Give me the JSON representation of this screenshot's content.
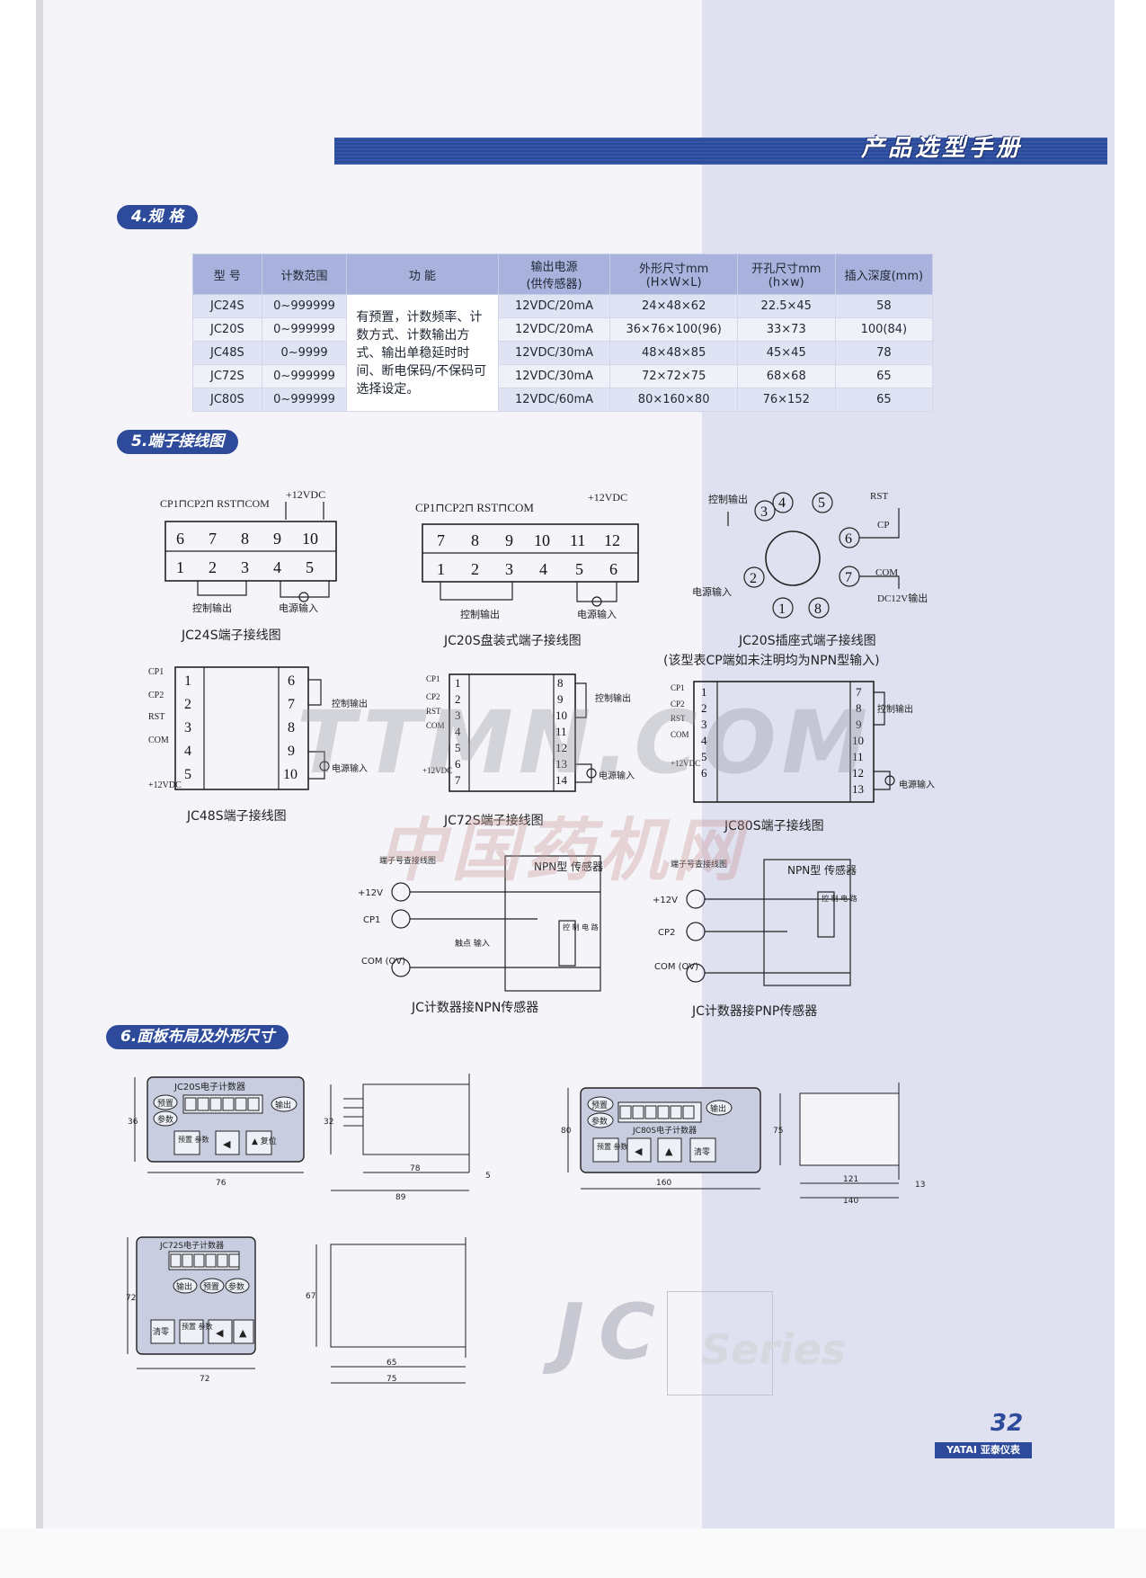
{
  "header": {
    "title": "产品选型手册"
  },
  "sections": {
    "spec": "4.规  格",
    "wiring": "5.端子接线图",
    "panel": "6.面板布局及外形尺寸"
  },
  "spec_table": {
    "headers": [
      "型 号",
      "计数范围",
      "功  能",
      "输出电源\n(供传感器)",
      "外形尺寸mm\n(H×W×L)",
      "开孔尺寸mm\n(h×w)",
      "插入深度(mm)"
    ],
    "function_text": "有预置，计数频率、计数方式、计数输出方式、输出单稳延时时间、断电保码/不保码可选择设定。",
    "rows": [
      {
        "model": "JC24S",
        "range": "0~999999",
        "power": "12VDC/20mA",
        "size": "24×48×62",
        "cutout": "22.5×45",
        "depth": "58"
      },
      {
        "model": "JC20S",
        "range": "0~999999",
        "power": "12VDC/20mA",
        "size": "36×76×100(96)",
        "cutout": "33×73",
        "depth": "100(84)"
      },
      {
        "model": "JC48S",
        "range": "0~9999",
        "power": "12VDC/30mA",
        "size": "48×48×85",
        "cutout": "45×45",
        "depth": "78"
      },
      {
        "model": "JC72S",
        "range": "0~999999",
        "power": "12VDC/30mA",
        "size": "72×72×75",
        "cutout": "68×68",
        "depth": "65"
      },
      {
        "model": "JC80S",
        "range": "0~999999",
        "power": "12VDC/60mA",
        "size": "80×160×80",
        "cutout": "76×152",
        "depth": "65"
      }
    ]
  },
  "wiring": {
    "jc24s": {
      "caption": "JC24S端子接线图",
      "top": [
        "6",
        "7",
        "8",
        "9",
        "10"
      ],
      "bottom": [
        "1",
        "2",
        "3",
        "4",
        "5"
      ],
      "top_labels": "CP1⊓CP2⊓ RST⊓COM",
      "supply": "+12VDC",
      "out": "控制输出",
      "pwr": "电源输入"
    },
    "jc20s_panel": {
      "caption": "JC20S盘装式端子接线图",
      "top": [
        "7",
        "8",
        "9",
        "10",
        "11",
        "12"
      ],
      "bottom": [
        "1",
        "2",
        "3",
        "4",
        "5",
        "6"
      ],
      "top_labels": "CP1⊓CP2⊓ RST⊓COM",
      "supply": "+12VDC",
      "out": "控制输出",
      "pwr": "电源输入"
    },
    "jc20s_socket": {
      "caption": "JC20S插座式端子接线图",
      "note": "(该型表CP端如未注明均为NPN型输入)",
      "pins": [
        "1",
        "2",
        "3",
        "4",
        "5",
        "6",
        "7",
        "8"
      ],
      "out": "控制输出",
      "rst": "RST",
      "cp": "CP",
      "com": "COM",
      "pwr": "电源输入",
      "dc": "DC12V输出"
    },
    "jc48s": {
      "caption": "JC48S端子接线图",
      "left": [
        "1",
        "2",
        "3",
        "4",
        "5"
      ],
      "right": [
        "6",
        "7",
        "8",
        "9",
        "10"
      ],
      "labels": [
        "CP1",
        "CP2",
        "RST",
        "COM",
        "+12VDC"
      ],
      "out": "控制输出",
      "pwr": "电源输入"
    },
    "jc72s": {
      "caption": "JC72S端子接线图",
      "left": [
        "1",
        "2",
        "3",
        "4",
        "5",
        "6",
        "7"
      ],
      "right": [
        "8",
        "9",
        "10",
        "11",
        "12",
        "13",
        "14"
      ],
      "labels": [
        "CP1",
        "CP2",
        "RST",
        "COM",
        "+12VDC"
      ],
      "out": "控制输出",
      "pwr": "电源输入"
    },
    "jc80s": {
      "caption": "JC80S端子接线图",
      "left": [
        "1",
        "2",
        "3",
        "4",
        "5",
        "6"
      ],
      "right": [
        "7",
        "8",
        "9",
        "10",
        "11",
        "12",
        "13"
      ],
      "labels": [
        "CP1",
        "CP2",
        "RST",
        "COM",
        "+12VDC"
      ],
      "out": "控制输出",
      "pwr": "电源输入"
    },
    "npn": {
      "caption": "JC计数器接NPN传感器",
      "terminal": "端子号查接线图",
      "sensor": "NPN型\n传感器",
      "pins": [
        "+12V",
        "CP1",
        "COM\n(OV)"
      ],
      "contact": "触点\n输入",
      "ctrl": "控\n制\n电\n路"
    },
    "pnp": {
      "caption": "JC计数器接PNP传感器",
      "terminal": "端子号查接线图",
      "sensor": "NPN型\n传感器",
      "pins": [
        "+12V",
        "CP2",
        "COM\n(OV)"
      ],
      "ctrl": "控\n制\n电\n路"
    }
  },
  "panels": {
    "jc20s": {
      "title": "JC20S电子计数器",
      "keys": [
        "预置",
        "参数",
        "输出",
        "预置\n参数",
        "◀",
        "▲\n复位"
      ],
      "dims": [
        "76",
        "36",
        "32",
        "78",
        "89",
        "5"
      ]
    },
    "jc80s": {
      "title": "JC80S电子计数器",
      "keys": [
        "预置",
        "参数",
        "输出",
        "预置\n参数",
        "◀",
        "▲",
        "清零"
      ],
      "dims": [
        "160",
        "80",
        "75",
        "121",
        "140",
        "13"
      ]
    },
    "jc72s": {
      "title": "JC72S电子计数器",
      "keys": [
        "输出",
        "预置",
        "参数",
        "清零",
        "预置\n参数",
        "◀",
        "▲"
      ],
      "dims": [
        "72",
        "72",
        "67",
        "65",
        "75"
      ]
    }
  },
  "watermarks": [
    "TTMN.COM",
    "中国药机网"
  ],
  "footer": {
    "logo": "JC",
    "series": "Series",
    "page": "32",
    "brand": "YATAI 亚泰仪表"
  }
}
